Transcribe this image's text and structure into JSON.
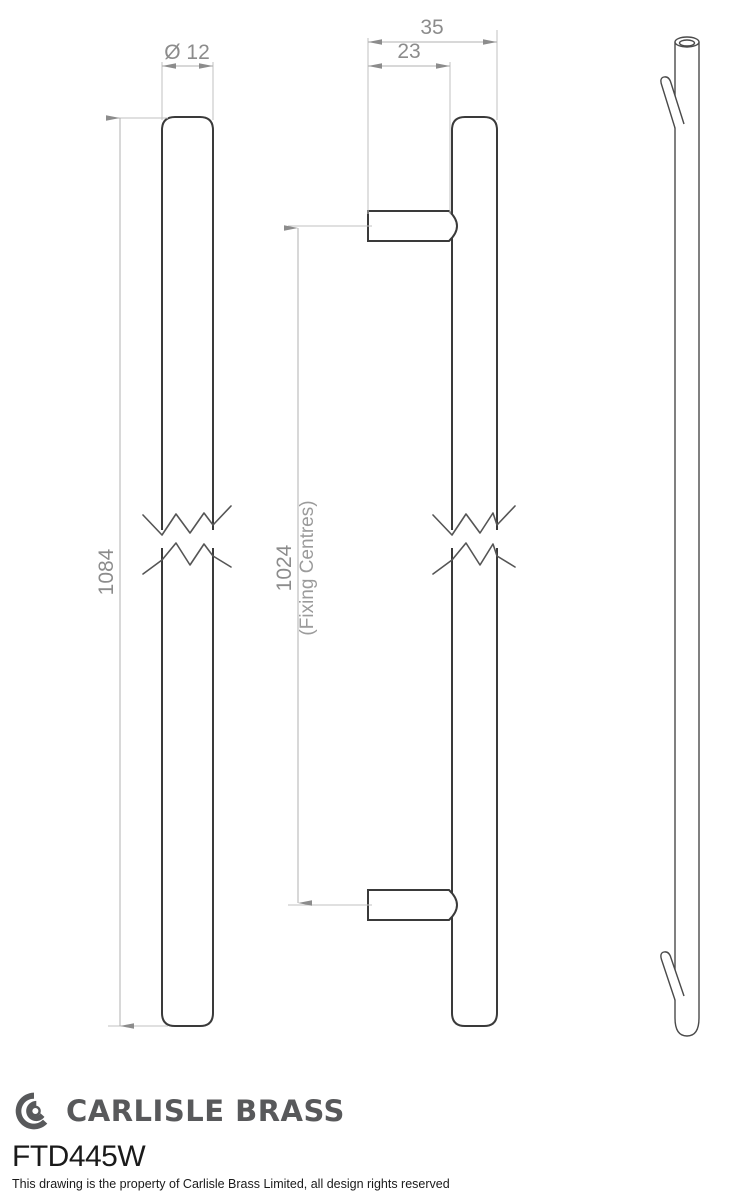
{
  "document": {
    "type": "technical-drawing",
    "part_code": "FTD445W",
    "copyright": "This drawing is the property of Carlisle Brass Limited, all design rights reserved"
  },
  "brand": {
    "name": "CARLISLE BRASS",
    "logo_icon": "carlisle-brass-c-monogram",
    "color": "#58595b"
  },
  "dimensions": {
    "diameter": {
      "label": "Ø 12",
      "symbol": "Ø",
      "value": "12",
      "view": "front-elevation",
      "orientation": "horizontal"
    },
    "overall_length": {
      "label": "1084",
      "value": "1084",
      "view": "front-elevation",
      "orientation": "vertical"
    },
    "fixing_centres": {
      "label": "1024",
      "value": "1024",
      "note": "(Fixing Centres)",
      "view": "side-elevation",
      "orientation": "vertical"
    },
    "projection_total": {
      "label": "35",
      "value": "35",
      "view": "side-elevation",
      "orientation": "horizontal"
    },
    "projection_stem": {
      "label": "23",
      "value": "23",
      "view": "side-elevation",
      "orientation": "horizontal"
    }
  },
  "views": [
    {
      "name": "front-elevation",
      "description": "Front view of pull handle bar with break lines"
    },
    {
      "name": "side-elevation",
      "description": "Side view showing bar with two mounting bosses"
    },
    {
      "name": "isometric-view",
      "description": "3D view of pull handle with two stand-offs"
    }
  ],
  "colors": {
    "part_outline": "#3a3a3a",
    "dimension": "#b0b0b0",
    "dimension_text": "#8c8c8c",
    "brand_grey": "#58595b",
    "background": "#ffffff"
  }
}
